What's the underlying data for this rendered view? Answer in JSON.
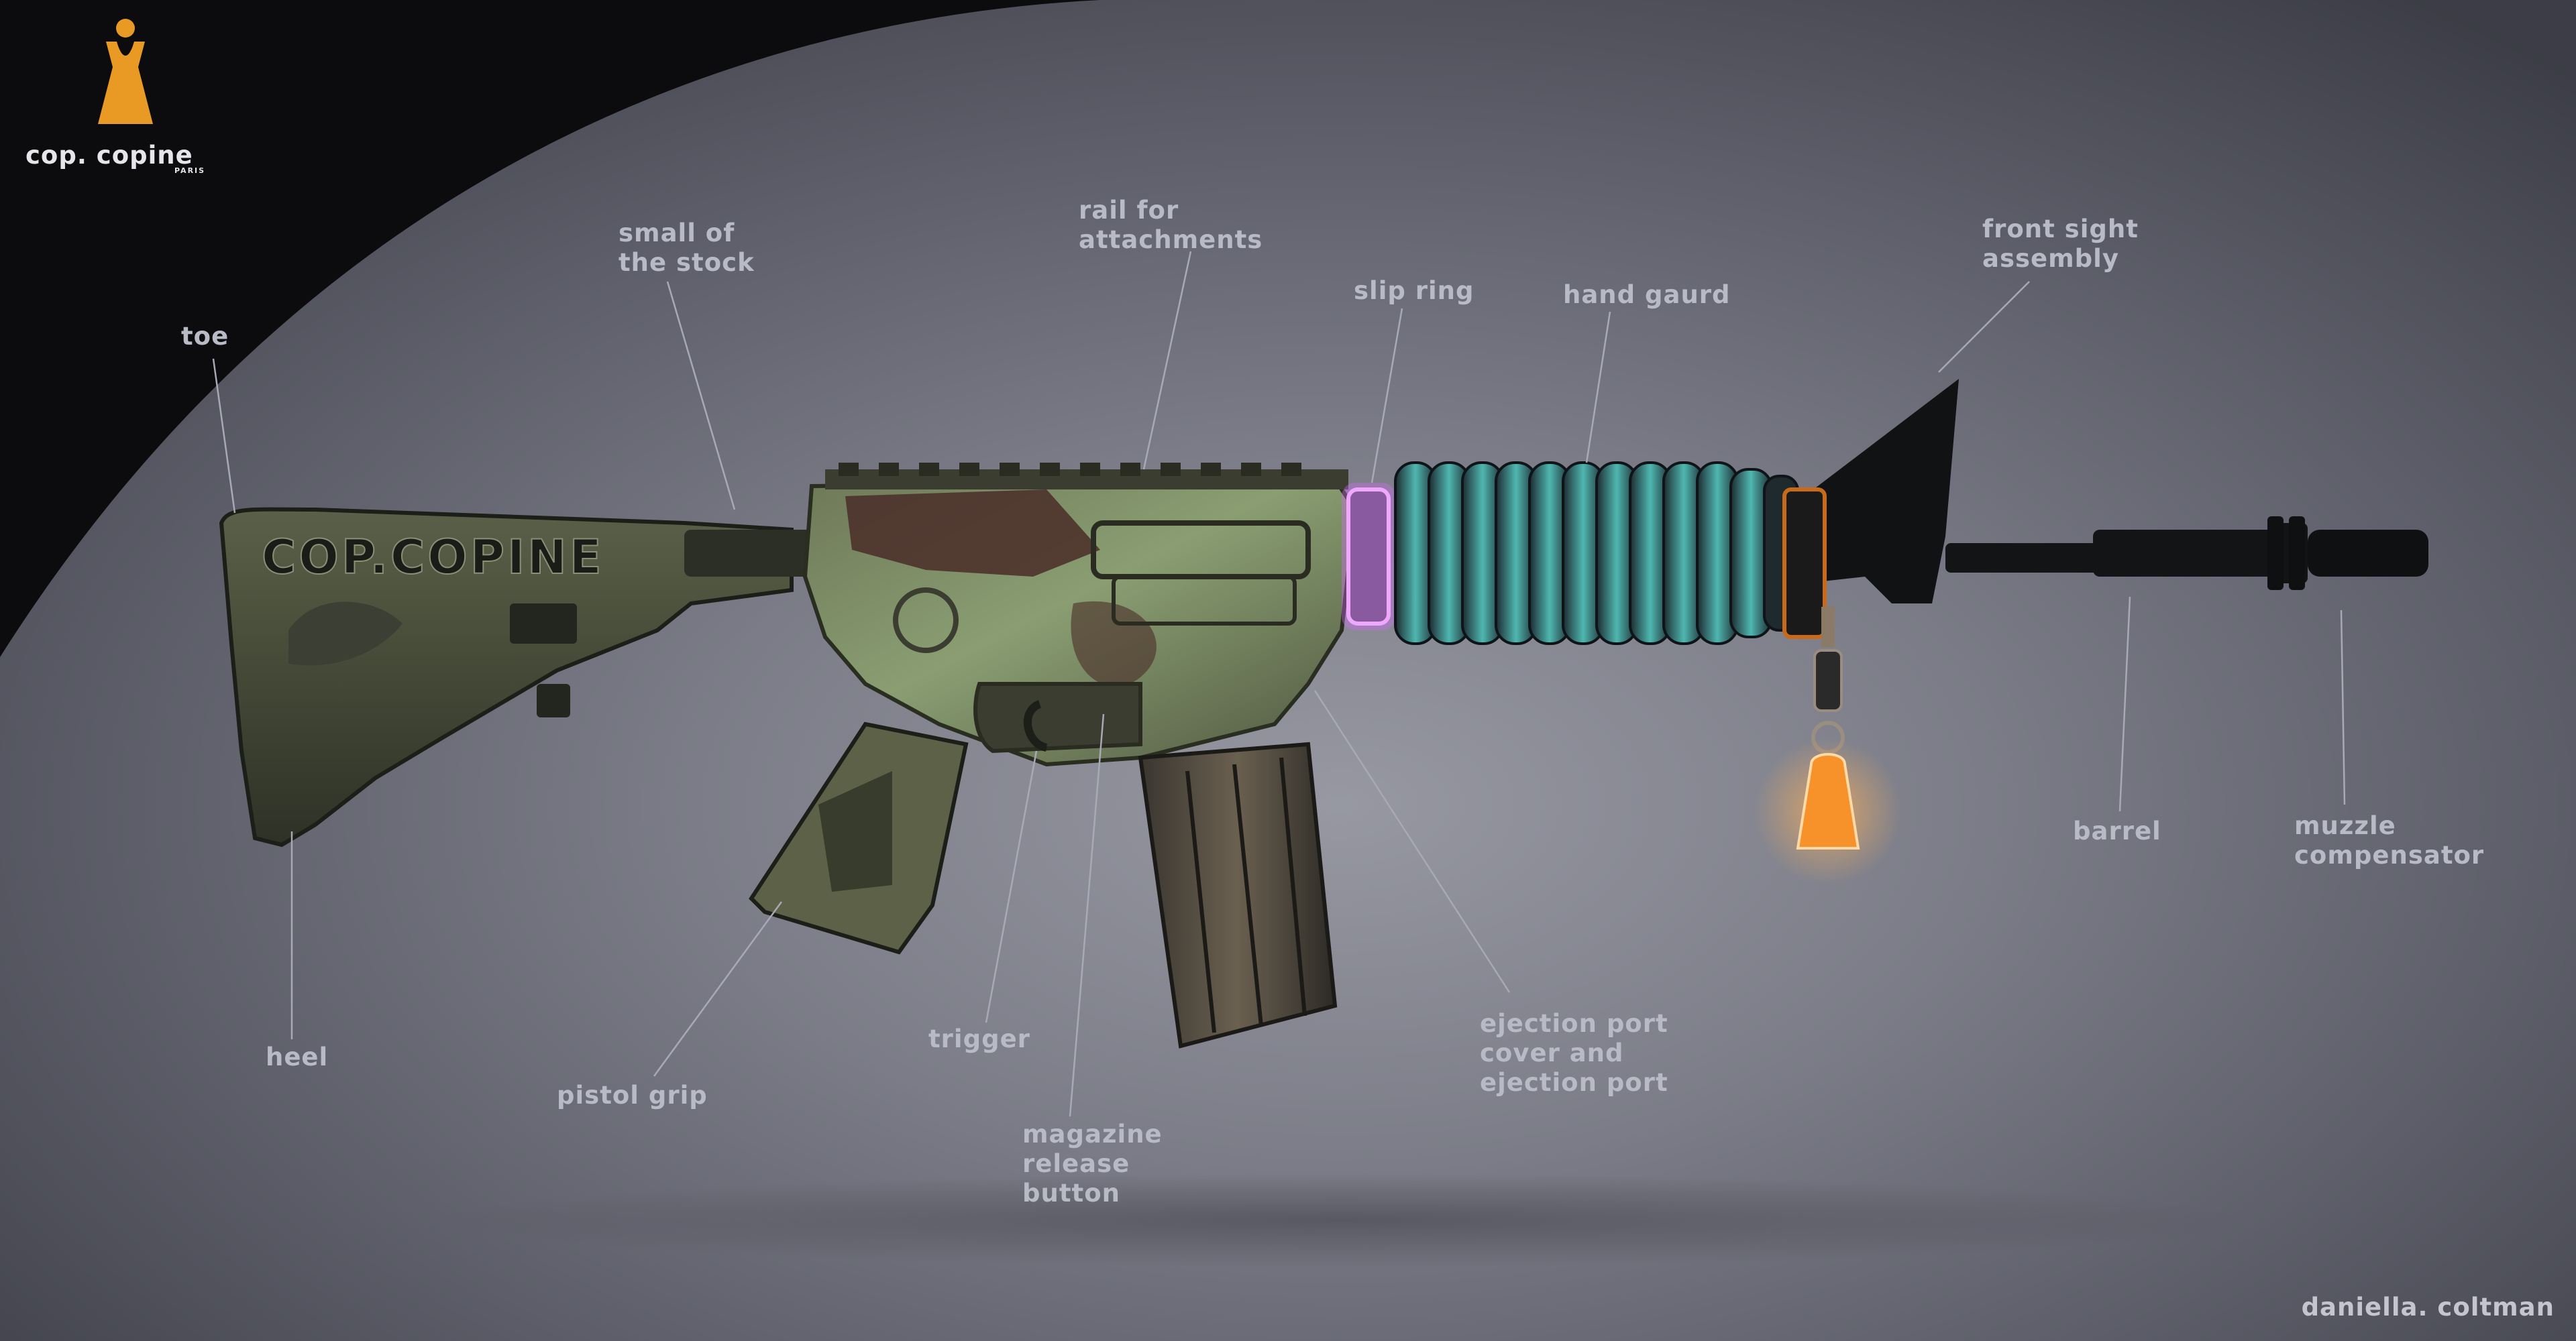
{
  "brand": {
    "name": "cop. copine",
    "sub": "PARIS",
    "logo_icon": "cop-copine-figure-icon",
    "accent": "#e89a24"
  },
  "credit": "daniella. coltman",
  "stock_marking": "COP.COPINE",
  "colors": {
    "background": "#7c7d88",
    "label": "#b8bac6",
    "arc": "#101012",
    "glow": "#d96bff"
  },
  "labels": {
    "toe": "toe",
    "small_of_stock": "small of\nthe stock",
    "rail": "rail for\nattachments",
    "slip_ring": "slip ring",
    "hand_guard": "hand gaurd",
    "front_sight": "front sight\nassembly",
    "heel": "heel",
    "pistol_grip": "pistol grip",
    "trigger": "trigger",
    "magazine_release": "magazine\nrelease\nbutton",
    "ejection_port": "ejection port\ncover and\nejection port",
    "barrel": "barrel",
    "muzzle": "muzzle\ncompensator"
  }
}
